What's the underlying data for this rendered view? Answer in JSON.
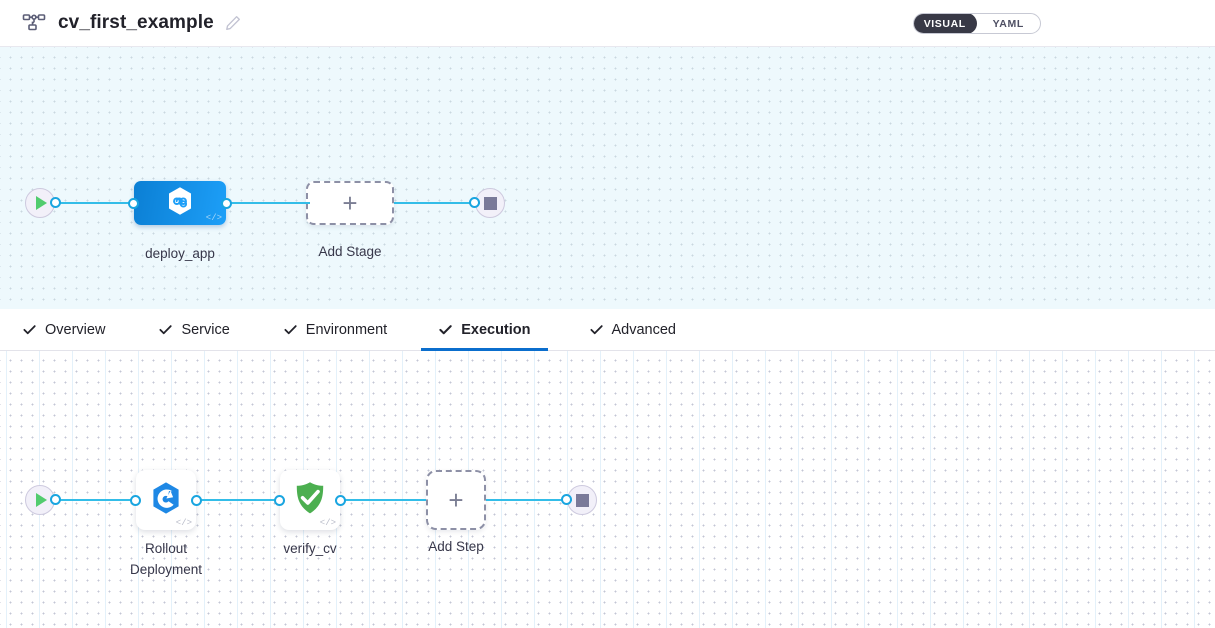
{
  "header": {
    "pipeline_icon": "pipeline-tree-icon",
    "title": "cv_first_example",
    "edit_icon": "pencil-edit-icon",
    "view_toggle": {
      "selected": "VISUAL",
      "options": [
        "VISUAL",
        "YAML"
      ]
    }
  },
  "stage_canvas": {
    "start_node": {
      "name": "pipeline-start",
      "icon": "play-icon"
    },
    "end_node": {
      "name": "pipeline-end",
      "icon": "stop-icon"
    },
    "stages": [
      {
        "label": "deploy_app",
        "icon": "harness-deployment-icon",
        "code_badge": "</>",
        "selected": true
      }
    ],
    "add_stage": {
      "label": "Add Stage",
      "icon": "plus-icon"
    }
  },
  "tabs": [
    {
      "label": "Overview",
      "icon": "check-icon",
      "active": false
    },
    {
      "label": "Service",
      "icon": "check-icon",
      "active": false
    },
    {
      "label": "Environment",
      "icon": "check-icon",
      "active": false
    },
    {
      "label": "Execution",
      "icon": "check-icon",
      "active": true
    },
    {
      "label": "Advanced",
      "icon": "check-icon",
      "active": false
    }
  ],
  "execution_canvas": {
    "start_node": {
      "name": "execution-start",
      "icon": "play-icon"
    },
    "end_node": {
      "name": "execution-end",
      "icon": "stop-icon"
    },
    "steps": [
      {
        "label": "Rollout\nDeployment",
        "icon": "rollout-deployment-icon",
        "code_badge": "</>"
      },
      {
        "label": "verify_cv",
        "icon": "green-shield-check-icon",
        "code_badge": "</>"
      }
    ],
    "add_step": {
      "label": "Add Step",
      "icon": "plus-icon"
    }
  },
  "colors": {
    "accent_blue": "#0b6ecd",
    "edge_cyan": "#33bde8",
    "stage_gradient_from": "#0b7fd4",
    "stage_gradient_to": "#1d9ff8",
    "verify_green": "#4caf50",
    "toggle_dark": "#383946",
    "canvas_top_bg": "#eef9fd"
  }
}
